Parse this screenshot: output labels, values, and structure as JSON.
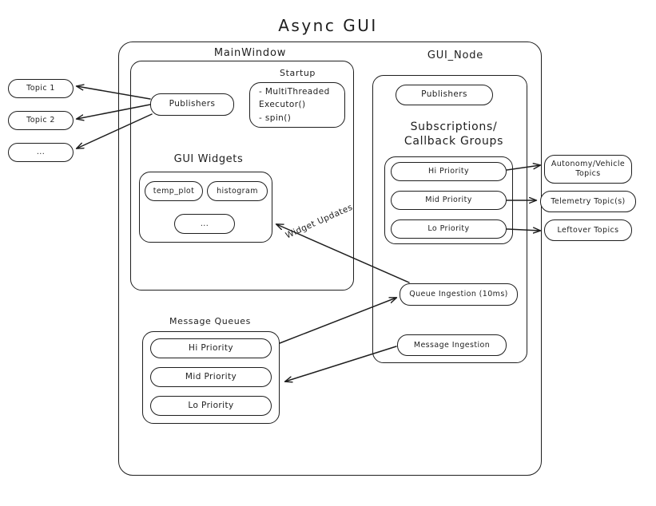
{
  "title": "Async  GUI",
  "sections": {
    "main_window": {
      "title": "MainWindow"
    },
    "gui_node": {
      "title": "GUI_Node"
    }
  },
  "main_window": {
    "publishers": "Publishers",
    "startup": {
      "title": "Startup",
      "lines": "-  MultiThreaded\n    Executor()\n-  spin()"
    },
    "gui_widgets": {
      "title": "GUI Widgets",
      "items": [
        {
          "label": "temp_plot"
        },
        {
          "label": "histogram"
        },
        {
          "label": "..."
        }
      ]
    },
    "message_queues": {
      "title": "Message Queues",
      "items": [
        {
          "label": "Hi Priority"
        },
        {
          "label": "Mid Priority"
        },
        {
          "label": "Lo Priority"
        }
      ]
    }
  },
  "gui_node": {
    "publishers": "Publishers",
    "subscriptions": {
      "title": "Subscriptions/\nCallback Groups",
      "items": [
        {
          "label": "Hi Priority"
        },
        {
          "label": "Mid Priority"
        },
        {
          "label": "Lo Priority"
        }
      ]
    },
    "queue_ingestion": "Queue Ingestion (10ms)",
    "message_ingestion": "Message Ingestion"
  },
  "left_topics": [
    {
      "label": "Topic 1"
    },
    {
      "label": "Topic 2"
    },
    {
      "label": "..."
    }
  ],
  "right_topics": [
    {
      "label": "Autonomy/Vehicle\nTopics"
    },
    {
      "label": "Telemetry Topic(s)"
    },
    {
      "label": "Leftover Topics"
    }
  ],
  "annotations": {
    "widget_updates": "Widget Updates"
  },
  "colors": {
    "stroke": "#1e1e1e",
    "background": "#ffffff"
  }
}
